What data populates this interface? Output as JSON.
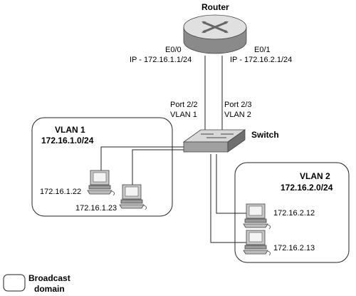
{
  "colors": {
    "line": "#222222",
    "device_gray": "#a9a9a9",
    "device_light": "#e2e2e2",
    "device_dark": "#5a5a5a",
    "background": "#ffffff"
  },
  "router": {
    "label": "Router",
    "icon": "router-icon",
    "interfaces": [
      {
        "name": "E0/0",
        "ip": "IP - 172.16.1.1/24"
      },
      {
        "name": "E0/1",
        "ip": "IP - 172.16.2.1/24"
      }
    ]
  },
  "switch": {
    "label": "Switch",
    "icon": "switch-icon",
    "ports": [
      {
        "port": "Port 2/2",
        "vlan": "VLAN 1"
      },
      {
        "port": "Port 2/3",
        "vlan": "VLAN 2"
      }
    ]
  },
  "vlans": [
    {
      "name": "VLAN 1",
      "subnet": "172.16.1.0/24",
      "hosts": [
        "172.16.1.22",
        "172.16.1.23"
      ]
    },
    {
      "name": "VLAN 2",
      "subnet": "172.16.2.0/24",
      "hosts": [
        "172.16.2.12",
        "172.16.2.13"
      ]
    }
  ],
  "legend": {
    "label_line1": "Broadcast",
    "label_line2": "domain",
    "icon": "broadcast-domain-box"
  }
}
